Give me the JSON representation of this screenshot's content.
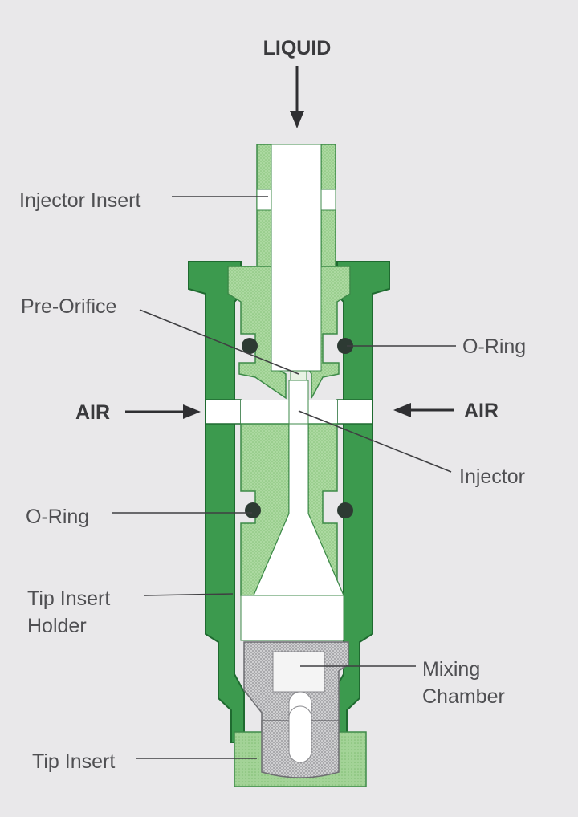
{
  "labels": {
    "liquid": "LIQUID",
    "injector_insert": "Injector Insert",
    "pre_orifice": "Pre-Orifice",
    "o_ring_right": "O-Ring",
    "air_left": "AIR",
    "air_right": "AIR",
    "injector": "Injector",
    "o_ring_left": "O-Ring",
    "tip_insert_holder_line1": "Tip Insert",
    "tip_insert_holder_line2": "Holder",
    "mixing_chamber_line1": "Mixing",
    "mixing_chamber_line2": "Chamber",
    "tip_insert": "Tip Insert"
  },
  "colors": {
    "background": "#e9e8ea",
    "holder_green": "#3c9a4e",
    "holder_outline": "#1f6a30",
    "insert_light_green": "#a9d89d",
    "tip_insert_green": "#9fd093",
    "mixing_chamber_grey": "#c9c9cb",
    "o_ring": "#2d3a33",
    "text": "#4f4f52"
  }
}
